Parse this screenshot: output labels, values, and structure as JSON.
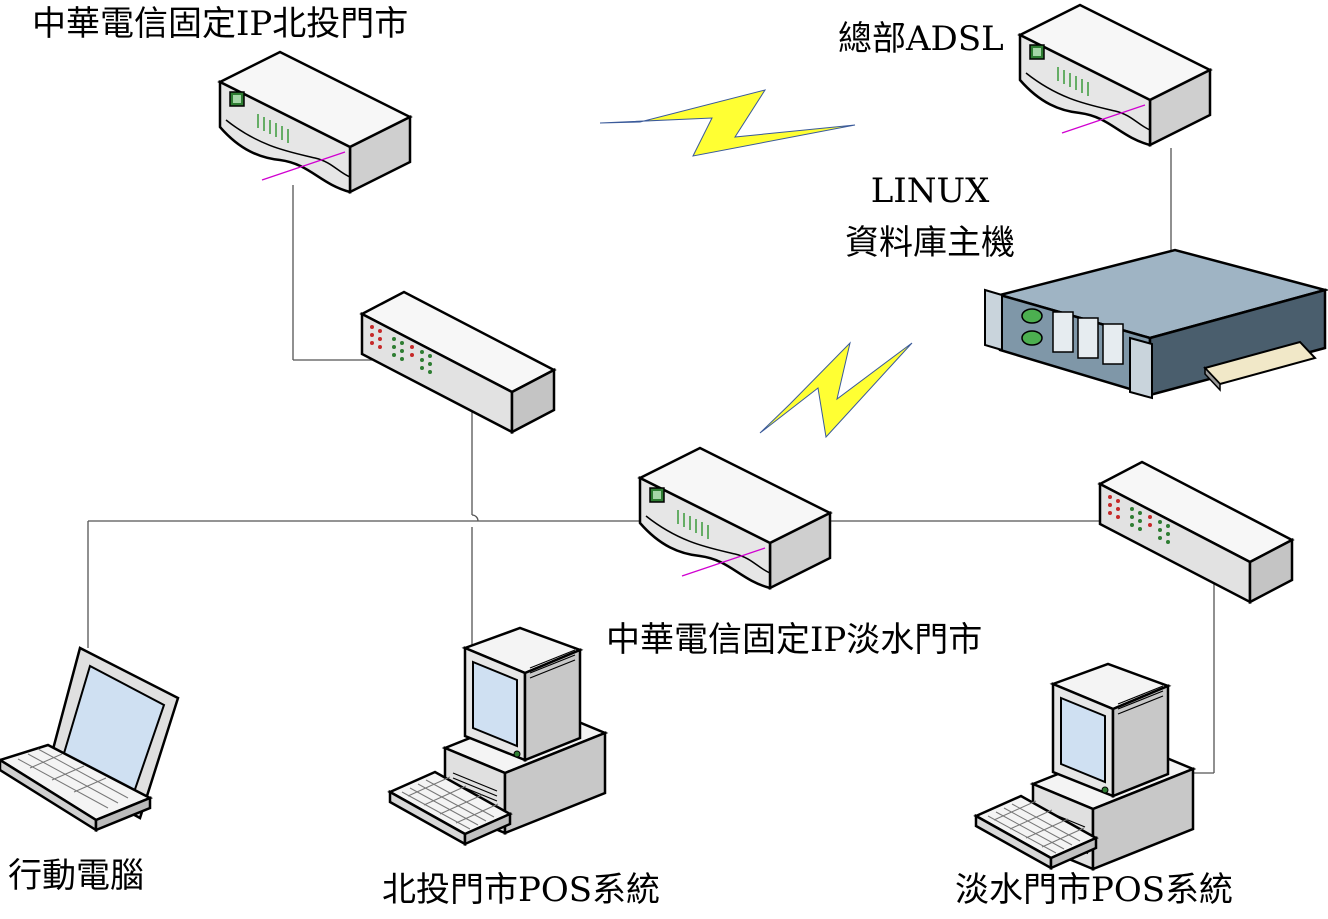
{
  "labels": {
    "beitou_router": "中華電信固定IP北投門市",
    "hq_adsl": "總部ADSL",
    "linux_line1": "LINUX",
    "linux_line2": "資料庫主機",
    "tamsui_router": "中華電信固定IP淡水門市",
    "laptop": "行動電腦",
    "beitou_pos": "北投門市POS系統",
    "tamsui_pos": "淡水門市POS系統"
  },
  "icons": {
    "router": "router-icon",
    "switch": "switch-icon",
    "server": "rack-server-icon",
    "desktop": "desktop-pc-icon",
    "laptop": "laptop-icon",
    "wireless": "lightning-link-icon"
  },
  "colors": {
    "lightning": "#ffff33",
    "line": "#555555",
    "device_light": "#f4f4f4",
    "device_mid": "#d8d8d8",
    "device_dark": "#b8b8b8",
    "server_dark": "#4a5e6d",
    "server_light": "#8fa5b5",
    "screen": "#cfe0f2"
  }
}
